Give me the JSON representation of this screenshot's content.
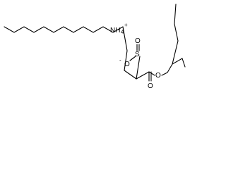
{
  "molecule": {
    "cation": {
      "formula": "NH",
      "subscript": "4",
      "charge": "+"
    },
    "atoms": {
      "sulfur": "S",
      "oxygen_sulfonate_top": "O",
      "oxygen_sulfonate_bottom": "O",
      "oxygen_ester_carbonyl": "O",
      "oxygen_ester_link": "O",
      "oxide_charge": "-"
    }
  }
}
